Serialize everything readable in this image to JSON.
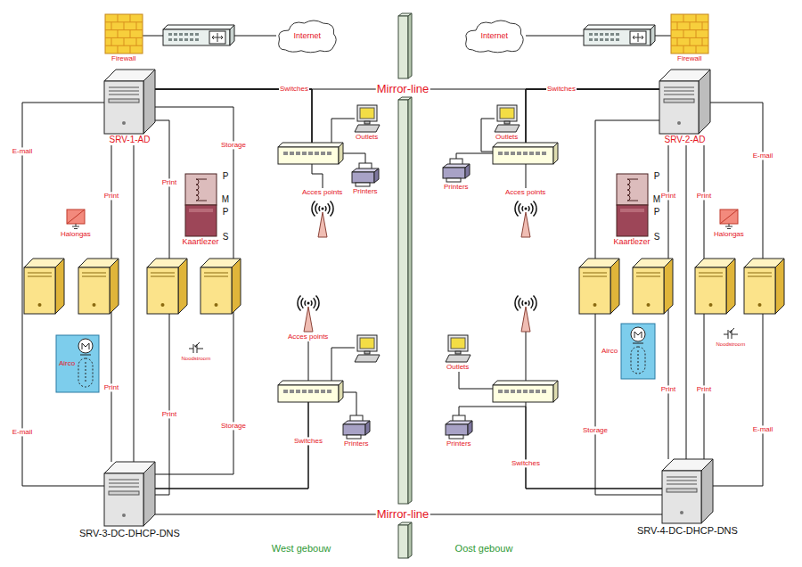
{
  "diagram": {
    "nodes": [
      {
        "text": [
          "Firewall"
        ]
      },
      {
        "text": [
          "Internet"
        ]
      },
      {
        "text": [
          "Internet"
        ]
      },
      {
        "text": [
          "Firewall"
        ]
      },
      {
        "text": [
          "SRV-1-AD"
        ]
      },
      {
        "text": [
          "SRV-2-AD"
        ]
      },
      {
        "text": [
          "Outlets"
        ]
      },
      {
        "text": [
          "Outlets"
        ]
      },
      {
        "text": [
          "Printers"
        ]
      },
      {
        "text": [
          "Printers"
        ]
      },
      {
        "text": [
          "Acces points"
        ]
      },
      {
        "text": [
          "Acces points"
        ]
      },
      {
        "text": [
          "Kaartlezer"
        ]
      },
      {
        "text": [
          "Kaartlezer"
        ]
      },
      {
        "text": [
          "Halongas"
        ]
      },
      {
        "text": [
          "Halongas"
        ]
      },
      {
        "text": [
          "Acces points"
        ]
      },
      {
        "text": [
          "Airco"
        ]
      },
      {
        "text": [
          "Noodstroom"
        ]
      },
      {
        "text": [
          "Airco"
        ]
      },
      {
        "text": [
          "Noodstroom"
        ]
      },
      {
        "text": [
          "Outlets"
        ]
      },
      {
        "text": [
          "Printers"
        ]
      },
      {
        "text": [
          "Printers"
        ]
      },
      {
        "text": [
          "SRV-3-DC-DHCP-DNS"
        ]
      },
      {
        "text": [
          "SRV-4-DC-DHCP-DNS"
        ]
      }
    ],
    "edges": [
      {
        "from": 0,
        "to": 1,
        "arrow": "none"
      },
      {
        "from": 3,
        "to": 2,
        "arrow": "none"
      },
      {
        "from": 4,
        "to": 5,
        "label": "Mirror-line",
        "arrow": "none"
      },
      {
        "from": 4,
        "to": 6,
        "label": "Switches",
        "arrow": "none"
      },
      {
        "from": 4,
        "to": 8,
        "arrow": "none"
      },
      {
        "from": 4,
        "to": 10,
        "arrow": "none"
      },
      {
        "from": 5,
        "to": 7,
        "label": "Switches",
        "arrow": "none"
      },
      {
        "from": 5,
        "to": 9,
        "arrow": "none"
      },
      {
        "from": 5,
        "to": 11,
        "arrow": "none"
      },
      {
        "from": 4,
        "to": 24,
        "label": "E-mail",
        "arrow": "none"
      },
      {
        "from": 4,
        "to": 24,
        "label": "Print",
        "arrow": "none"
      },
      {
        "from": 4,
        "to": 24,
        "arrow": "none"
      },
      {
        "from": 4,
        "to": 24,
        "label": "Print",
        "arrow": "none"
      },
      {
        "from": 4,
        "to": 24,
        "label": "Storage",
        "arrow": "none"
      },
      {
        "from": 5,
        "to": 25,
        "label": "E-mail",
        "arrow": "none"
      },
      {
        "from": 5,
        "to": 25,
        "label": "Print",
        "arrow": "none"
      },
      {
        "from": 5,
        "to": 25,
        "arrow": "none"
      },
      {
        "from": 5,
        "to": 25,
        "label": "Print",
        "arrow": "none"
      },
      {
        "from": 5,
        "to": 25,
        "label": "Storage",
        "arrow": "none"
      },
      {
        "from": 24,
        "to": 25,
        "label": "Mirror-line",
        "arrow": "none"
      },
      {
        "from": 24,
        "to": 16,
        "label": "Switches",
        "arrow": "none"
      },
      {
        "from": 24,
        "to": 22,
        "arrow": "none"
      },
      {
        "from": 25,
        "to": 21,
        "label": "Switches",
        "arrow": "none"
      },
      {
        "from": 25,
        "to": 23,
        "arrow": "none"
      }
    ],
    "labels": [
      "P",
      "M",
      "P",
      "S",
      "P",
      "M",
      "P",
      "S",
      "E-mail",
      "Print",
      "Print",
      "Storage",
      "E-mail",
      "Print",
      "Print",
      "West gebouw",
      "Oost gebouw"
    ]
  }
}
